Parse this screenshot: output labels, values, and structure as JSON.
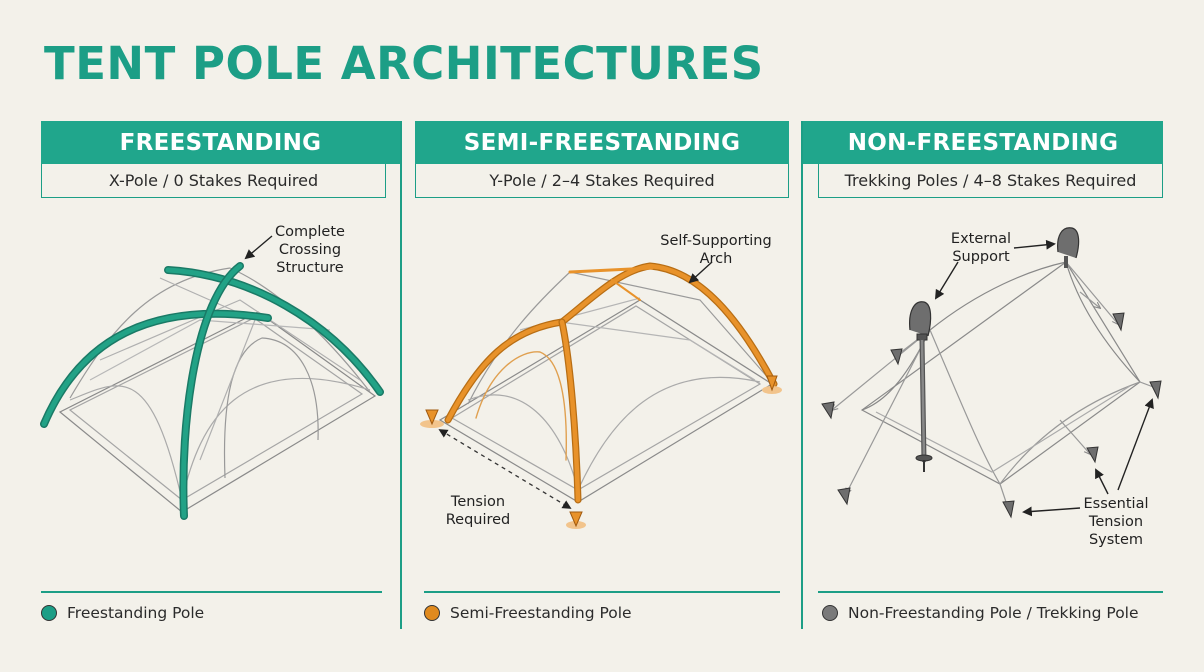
{
  "title": "TENT POLE ARCHITECTURES",
  "colors": {
    "teal": "#1c9e86",
    "header": "#20a68c",
    "orange": "#e08a1e",
    "gray": "#7a7a7a",
    "background": "#f3f1ea"
  },
  "panels": [
    {
      "header": "FREESTANDING",
      "subtitle": "X-Pole / 0 Stakes Required",
      "annotations": [
        "Complete",
        "Crossing",
        "Structure"
      ],
      "legend": "Freestanding Pole",
      "legend_color": "#1c9e86"
    },
    {
      "header": "SEMI-FREESTANDING",
      "subtitle": "Y-Pole / 2–4 Stakes Required",
      "annotations": [
        "Self-Supporting",
        "Arch",
        "Tension",
        "Required"
      ],
      "legend": "Semi-Freestanding Pole",
      "legend_color": "#e08a1e"
    },
    {
      "header": "NON-FREESTANDING",
      "subtitle": "Trekking Poles / 4–8 Stakes Required",
      "annotations": [
        "External",
        "Support",
        "Essential",
        "Tension",
        "System"
      ],
      "legend": "Non-Freestanding Pole / Trekking Pole",
      "legend_color": "#7a7a7a"
    }
  ]
}
